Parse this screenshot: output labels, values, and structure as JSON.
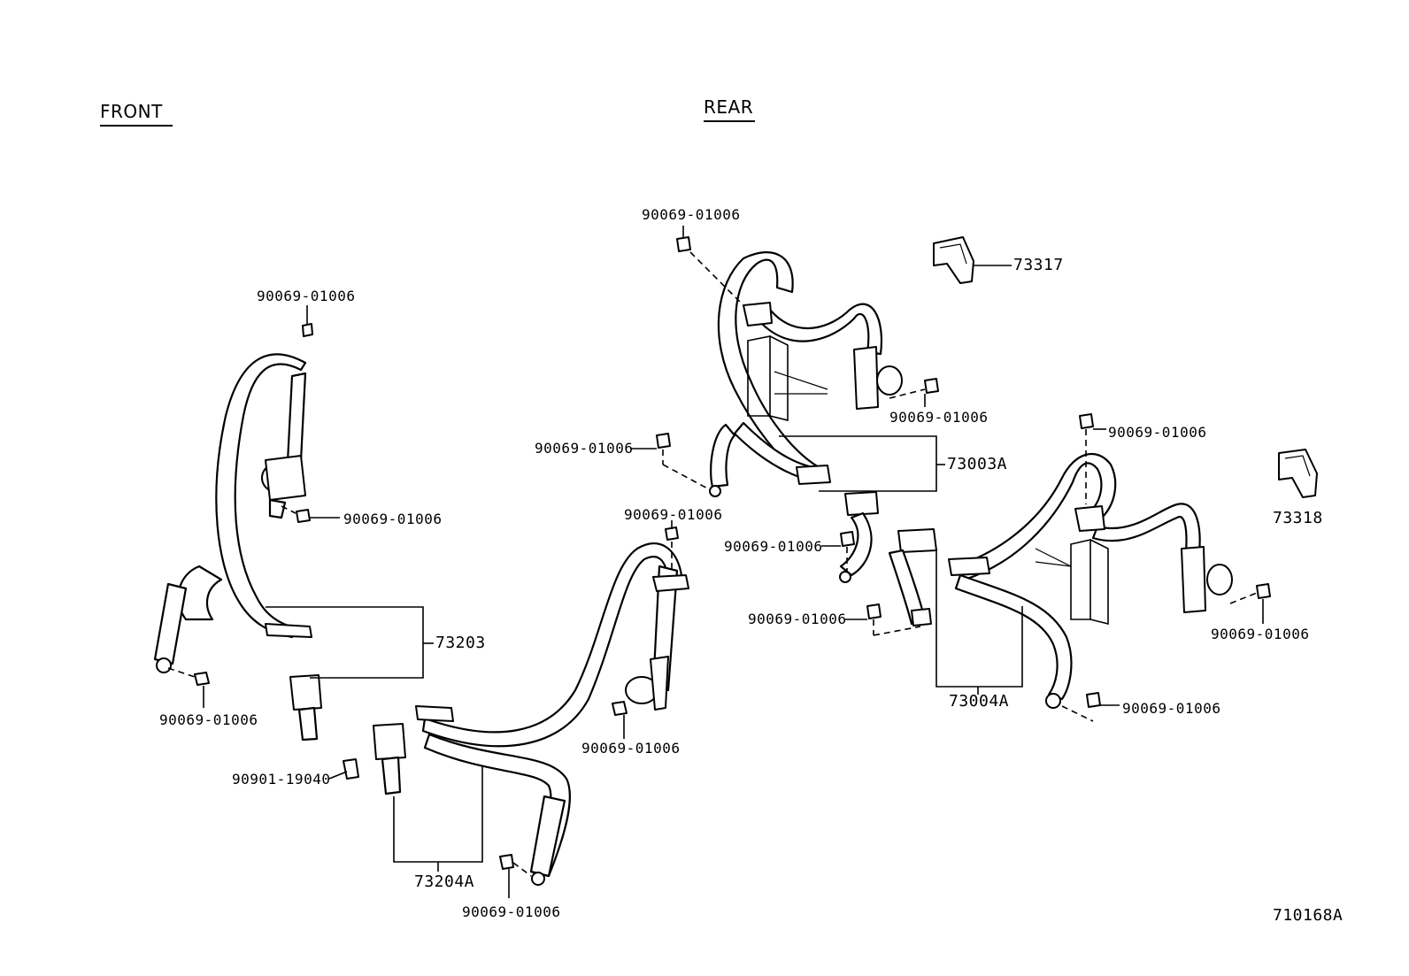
{
  "sections": {
    "front": "FRONT",
    "rear": "REAR"
  },
  "figure_id": "710168A",
  "assemblies": {
    "front_belt": "73203",
    "front_buckle": "73204A",
    "rear_outer_left": "73003A",
    "rear_outer_right": "73004A",
    "rear_cover_a": "73317",
    "rear_cover_b": "73318"
  },
  "fasteners": {
    "bolt": "90069-01006",
    "buckle_bolt": "90901-19040"
  }
}
